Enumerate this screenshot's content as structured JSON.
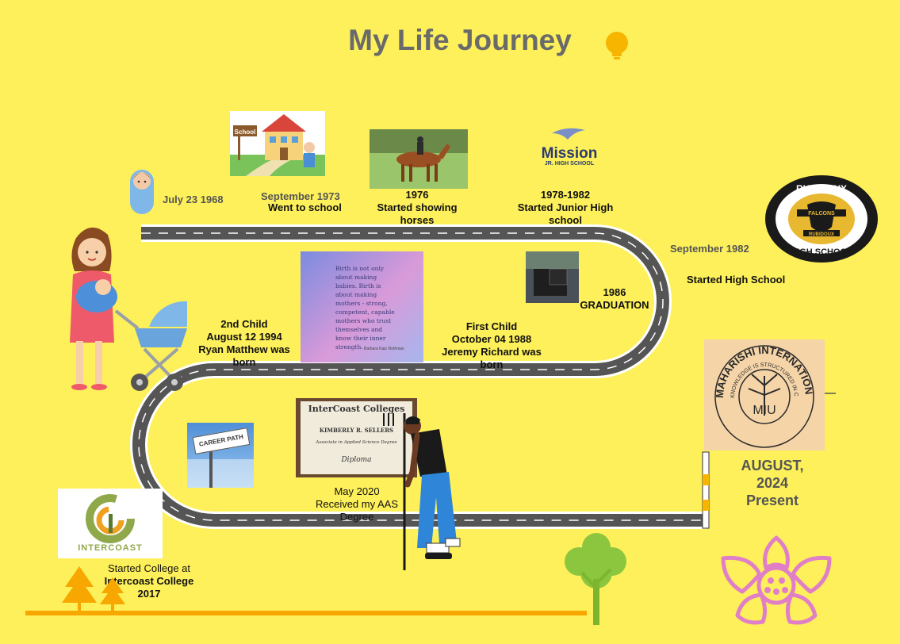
{
  "title": "My Life Journey",
  "milestones": {
    "birth": {
      "date": "July 23 1968"
    },
    "school": {
      "date": "September 1973",
      "text": "Went to school",
      "sign": "School"
    },
    "horses": {
      "year": "1976",
      "text": "Started showing horses"
    },
    "junior_high": {
      "years": "1978-1982",
      "text": "Started Junior High school",
      "logo_main": "Mission",
      "logo_sub": "JR. HIGH SCHOOL"
    },
    "high_school": {
      "date": "September 1982",
      "text": "Started High School",
      "logo_top": "RUBIDOUX",
      "logo_bottom": "HIGH SCHOOL",
      "logo_ribbon1": "FALCONS",
      "logo_ribbon2": "RUBIDOUX"
    },
    "graduation": {
      "year": "1986",
      "text": "GRADUATION"
    },
    "first_child": {
      "line1": "First Child",
      "line2": "October 04 1988",
      "line3": "Jeremy Richard was born"
    },
    "second_child": {
      "line1": "2nd Child",
      "line2": "August 12 1994",
      "line3": "Ryan Matthew was born"
    },
    "quote": "Birth is not only about making babies. Birth is about making mothers - strong, competent, capable mothers who trust themselves and know their inner strength.",
    "quote_author": "Barbara Katz Rothman",
    "career_sign": "CAREER PATH",
    "degree": {
      "date": "May 2020",
      "text": "Received my AAS Degree",
      "diploma_school": "InterCoast Colleges",
      "diploma_name": "KIMBERLY R. SELLERS",
      "diploma_degree": "Associate in Applied Science Degree",
      "diploma_word": "Diploma"
    },
    "college": {
      "text1": "Started College at",
      "text2": "Intercoast College",
      "text3": "2017",
      "logo": "INTERCOAST"
    },
    "present": {
      "line1": "AUGUST,",
      "line2": "2024",
      "line3": "Present",
      "seal_letters": "MAHARISHI INTERNATIONAL UNIVERSITY",
      "seal_motto": "KNOWLEDGE IS STRUCTURED IN CONSCIOUSNESS",
      "seal_mark": "MIU"
    }
  },
  "colors": {
    "background": "#fdf05a",
    "road": "#555555",
    "road_edge": "#ffffff",
    "ground": "#f7a700",
    "tree": "#8cc63f",
    "flower": "#e07fc8"
  }
}
